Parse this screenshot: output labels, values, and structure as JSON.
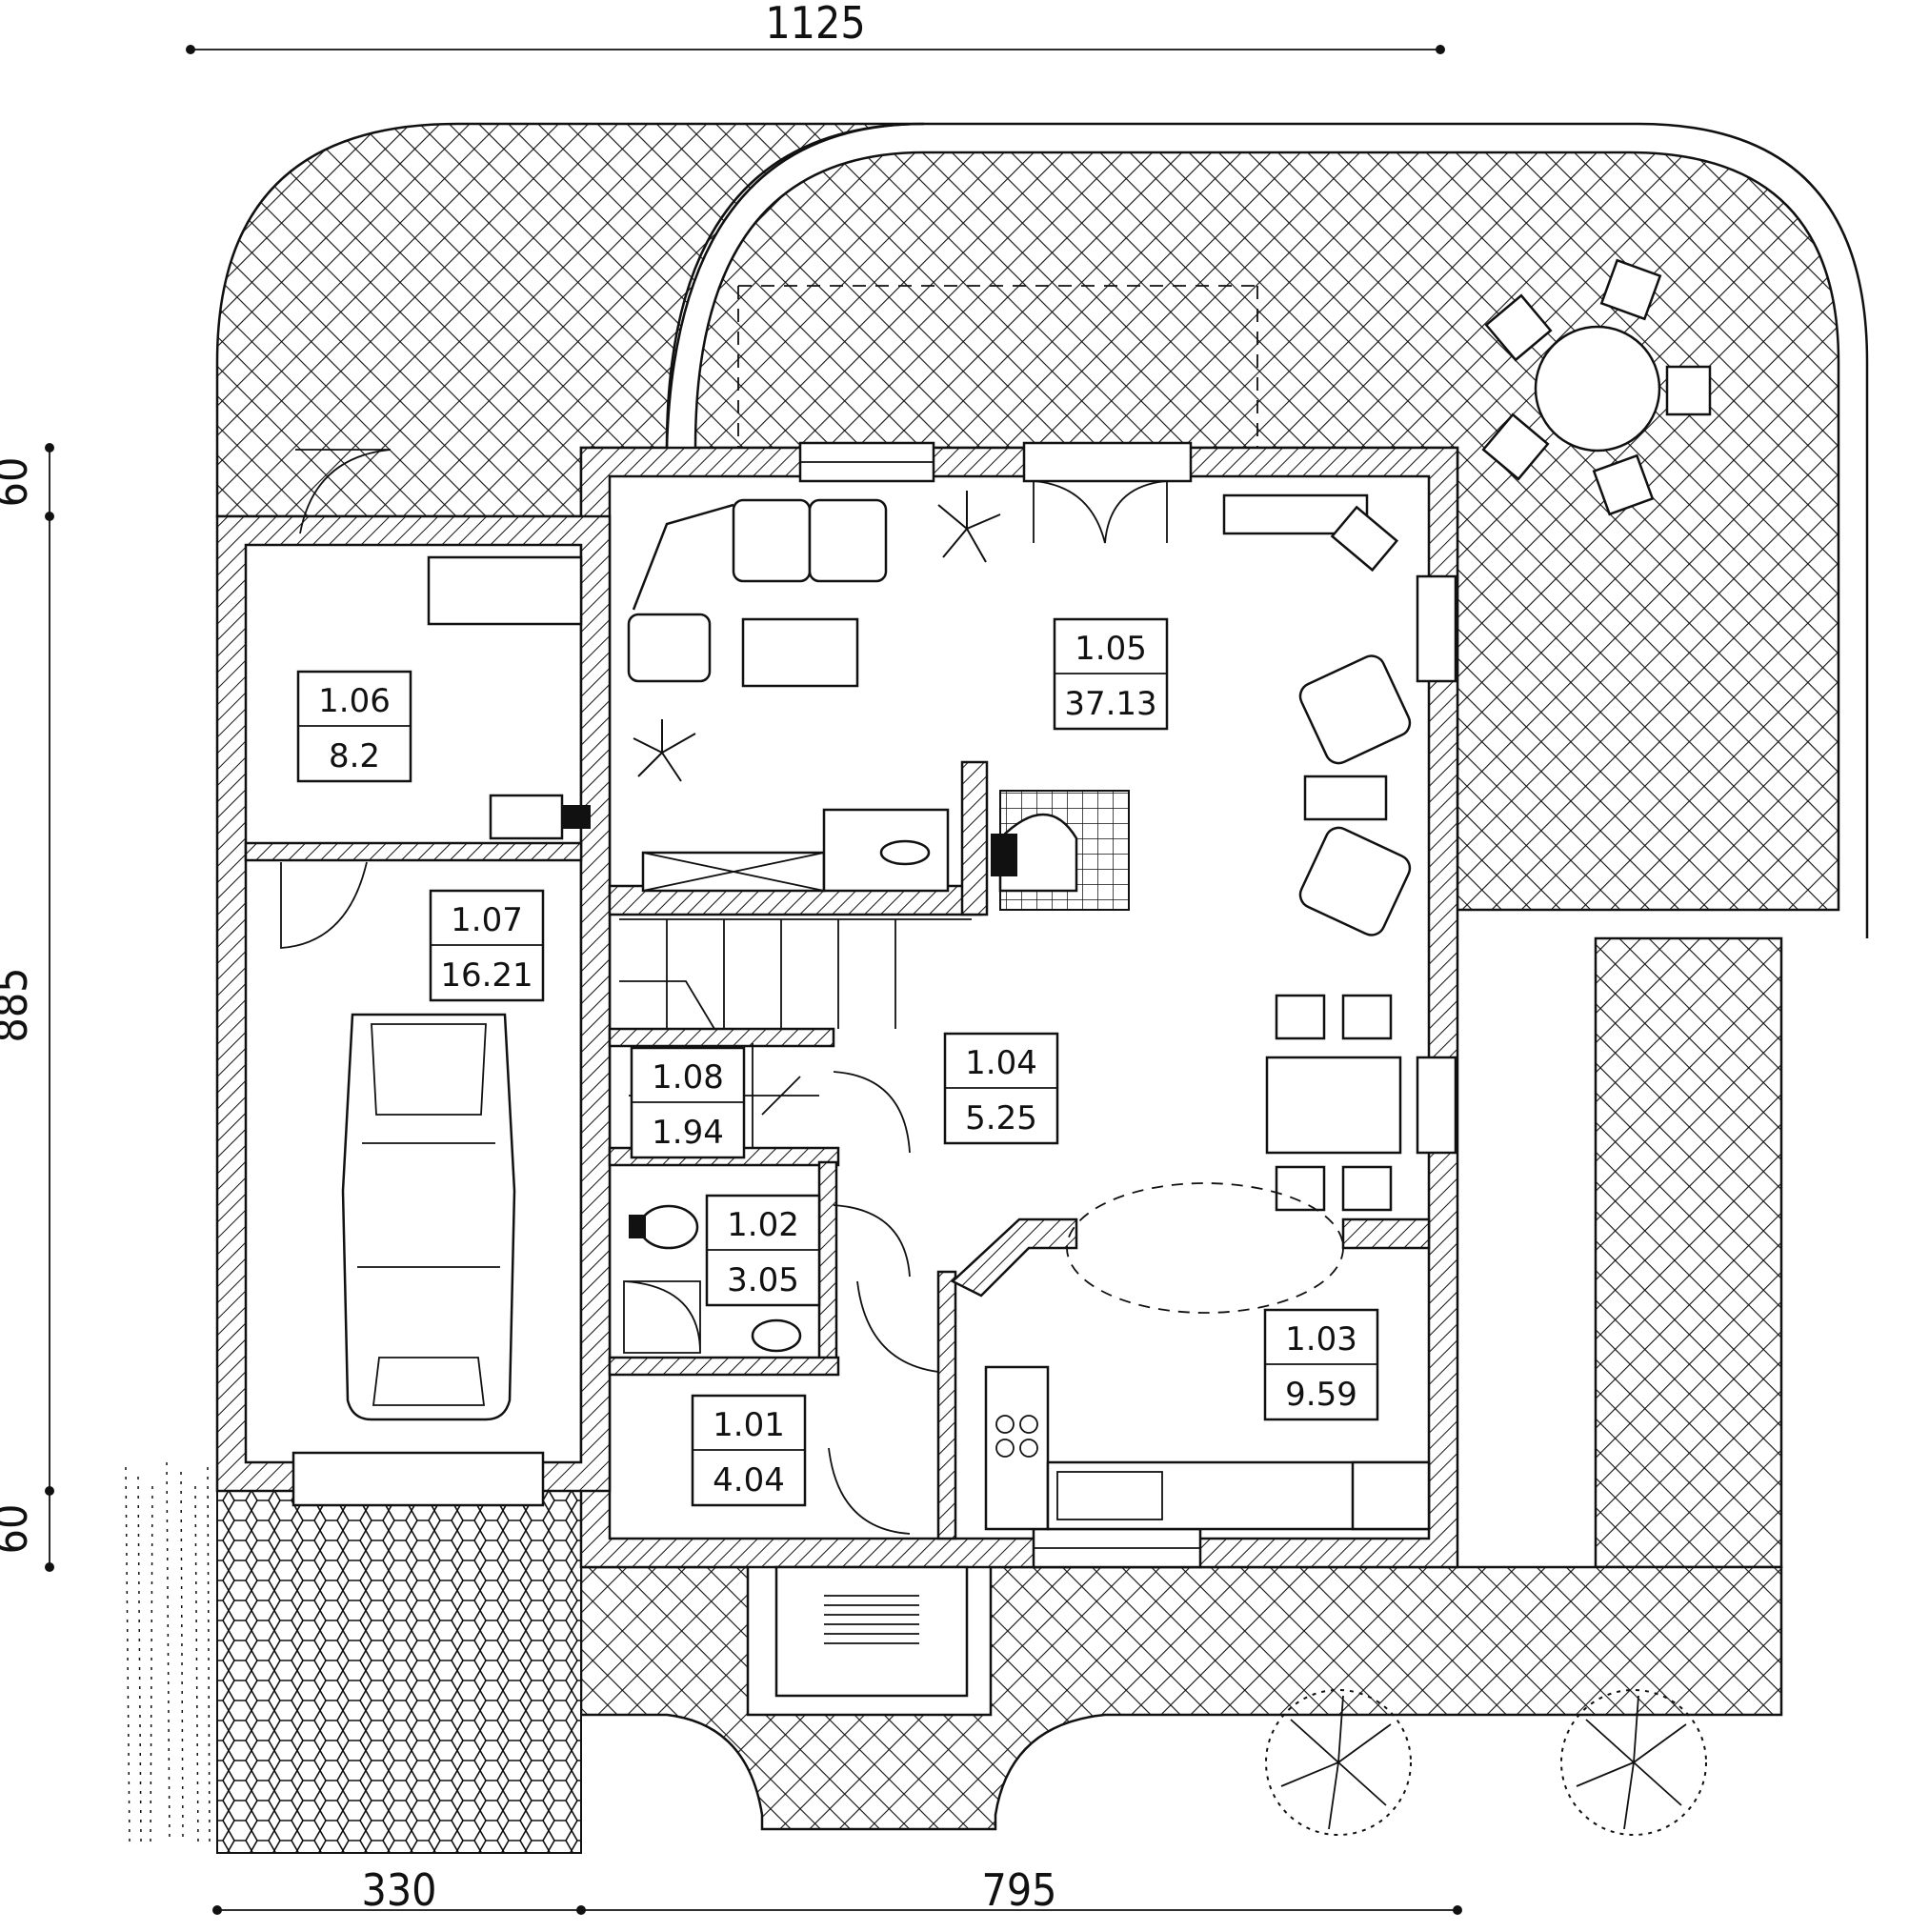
{
  "dimensions": {
    "top_total": "1125",
    "left_top": "60",
    "left_main": "885",
    "left_bottom": "60",
    "bottom_left": "330",
    "bottom_right": "795"
  },
  "rooms": [
    {
      "number": "1.01",
      "area": "4.04"
    },
    {
      "number": "1.02",
      "area": "3.05"
    },
    {
      "number": "1.03",
      "area": "9.59"
    },
    {
      "number": "1.04",
      "area": "5.25"
    },
    {
      "number": "1.05",
      "area": "37.13"
    },
    {
      "number": "1.06",
      "area": "8.2"
    },
    {
      "number": "1.07",
      "area": "16.21"
    },
    {
      "number": "1.08",
      "area": "1.94"
    }
  ]
}
